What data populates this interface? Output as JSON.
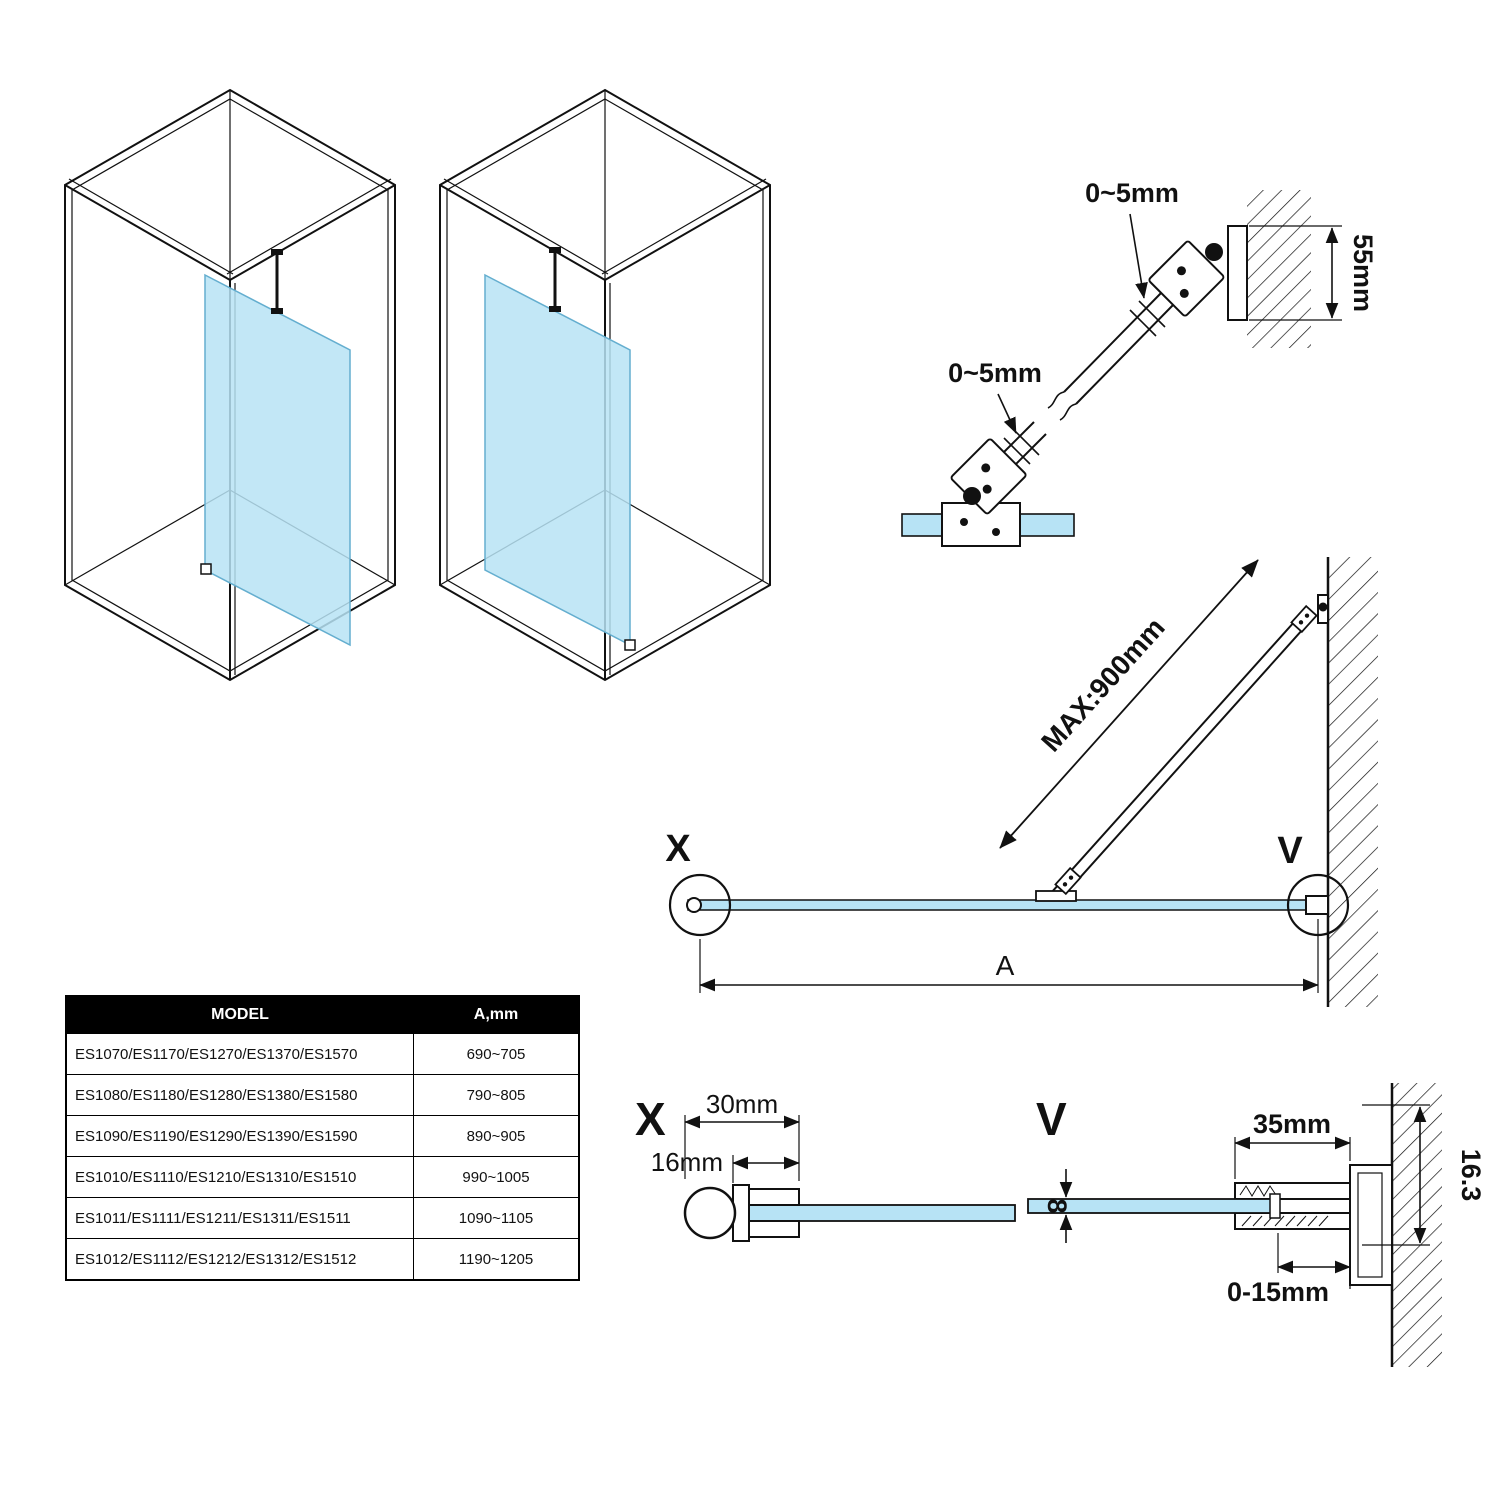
{
  "colors": {
    "glass": "#b7e3f5",
    "glass_edge": "#64aecf",
    "line": "#111111",
    "table_header_bg": "#000000",
    "table_header_text": "#ffffff"
  },
  "bracket_detail": {
    "gap_top_label": "0~5mm",
    "gap_bottom_label": "0~5mm",
    "plate_height_label": "55mm"
  },
  "elevation": {
    "max_length_label": "MAX:900mm",
    "detail_x_marker": "X",
    "detail_v_marker": "V",
    "width_label": "A"
  },
  "detail_x": {
    "title": "X",
    "width_label": "30mm",
    "depth_label": "16mm"
  },
  "detail_v": {
    "title": "V",
    "width_label": "35mm",
    "height_label": "16.3",
    "glass_thickness_label": "8",
    "adjust_label": "0-15mm"
  },
  "table": {
    "headers": [
      "MODEL",
      "A,mm"
    ],
    "rows": [
      {
        "model": "ES1070/ES1170/ES1270/ES1370/ES1570",
        "a_mm": "690~705"
      },
      {
        "model": "ES1080/ES1180/ES1280/ES1380/ES1580",
        "a_mm": "790~805"
      },
      {
        "model": "ES1090/ES1190/ES1290/ES1390/ES1590",
        "a_mm": "890~905"
      },
      {
        "model": "ES1010/ES1110/ES1210/ES1310/ES1510",
        "a_mm": "990~1005"
      },
      {
        "model": "ES1011/ES1111/ES1211/ES1311/ES1511",
        "a_mm": "1090~1105"
      },
      {
        "model": "ES1012/ES1112/ES1212/ES1312/ES1512",
        "a_mm": "1190~1205"
      }
    ]
  }
}
